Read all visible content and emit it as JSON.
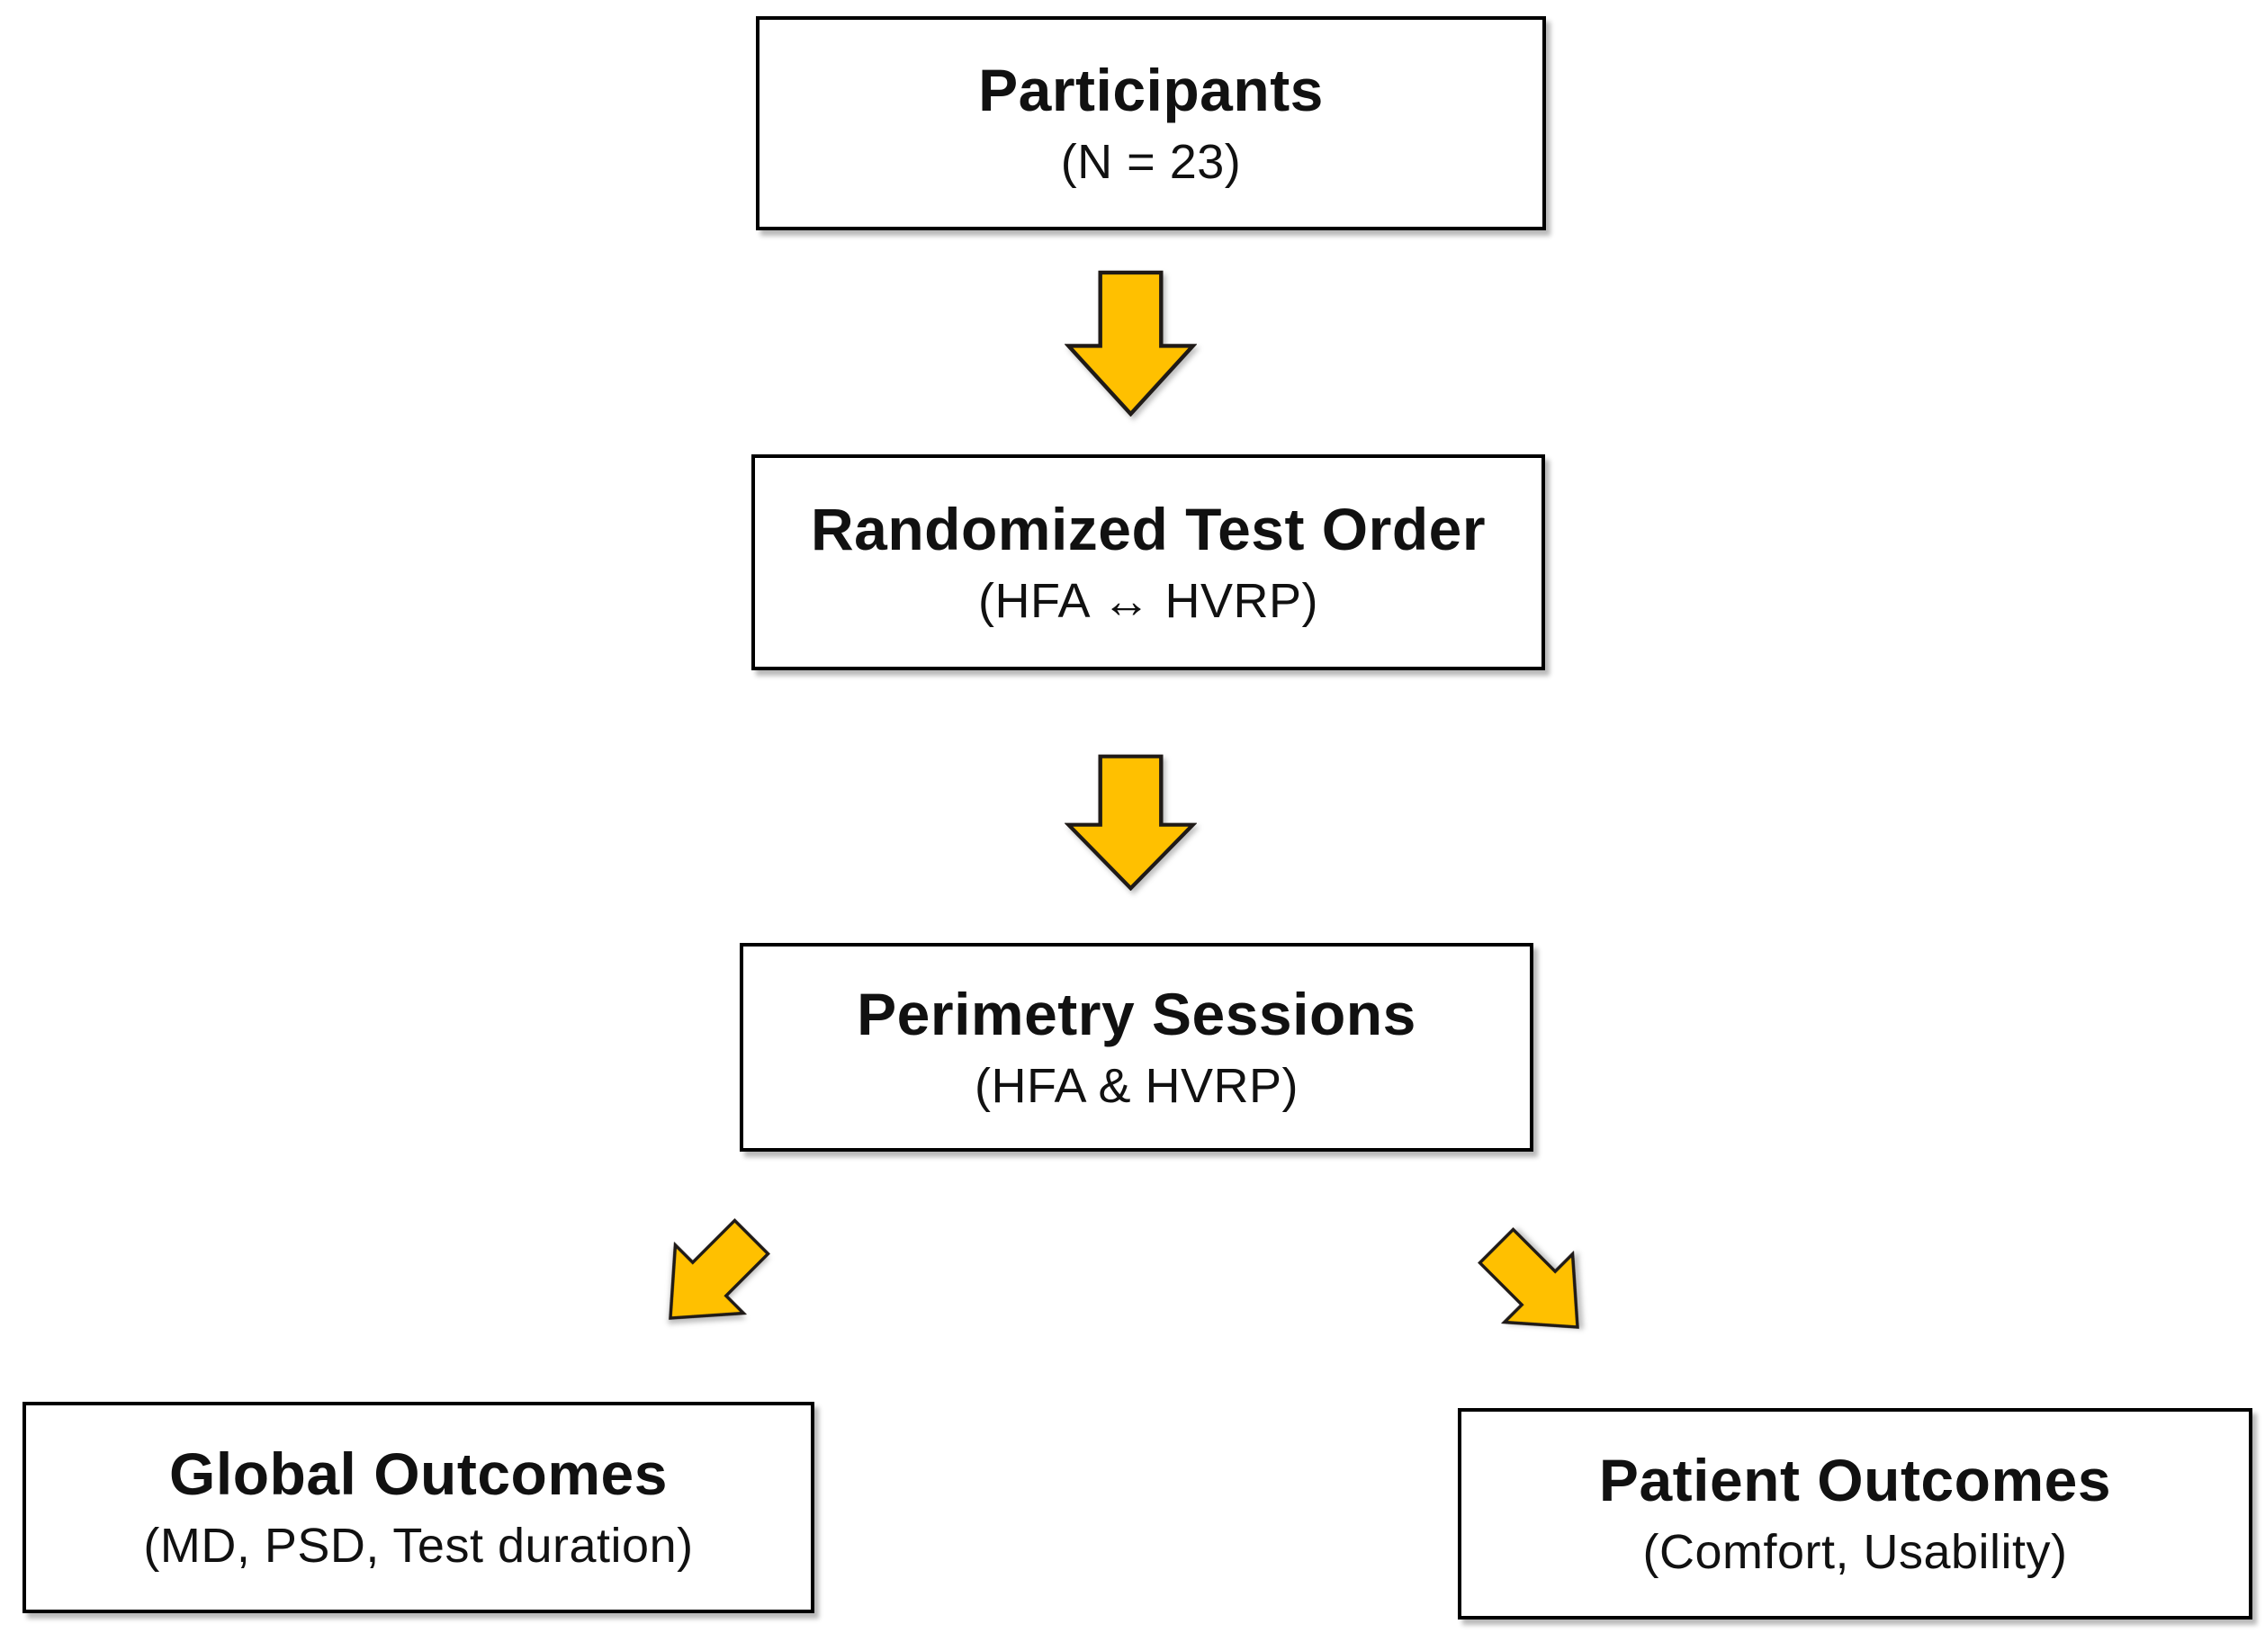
{
  "colors": {
    "background": "#FFFFFF",
    "box_fill": "#FFFFFF",
    "box_border": "#000000",
    "text": "#111111",
    "arrow_fill": "#FFC000",
    "arrow_stroke": "#1F1A17"
  },
  "nodes": [
    {
      "id": "participants",
      "title": "Participants",
      "subtitle": "(N = 23)"
    },
    {
      "id": "randomized-test-order",
      "title": "Randomized Test Order",
      "subtitle": "(HFA ↔ HVRP)"
    },
    {
      "id": "perimetry-sessions",
      "title": "Perimetry Sessions",
      "subtitle": "(HFA & HVRP)"
    },
    {
      "id": "global-outcomes",
      "title": "Global Outcomes",
      "subtitle": "(MD, PSD, Test duration)"
    },
    {
      "id": "patient-outcomes",
      "title": "Patient Outcomes",
      "subtitle": "(Comfort, Usability)"
    }
  ],
  "connectors": [
    {
      "from": "Participants",
      "to": "Randomized Test Order",
      "direction": "down"
    },
    {
      "from": "Randomized Test Order",
      "to": "Perimetry Sessions",
      "direction": "down"
    },
    {
      "from": "Perimetry Sessions",
      "to": "Global Outcomes",
      "direction": "down-left"
    },
    {
      "from": "Perimetry Sessions",
      "to": "Patient Outcomes",
      "direction": "down-right"
    }
  ]
}
